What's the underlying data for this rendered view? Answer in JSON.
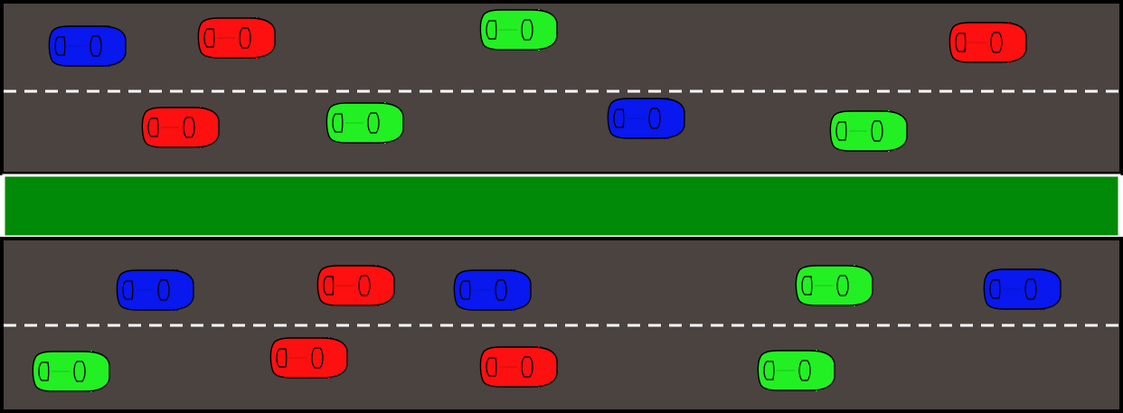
{
  "colors": {
    "road": "#4a4340",
    "median": "#008a08",
    "lane_line": "#ffffff",
    "frame": "#000000",
    "car_red": "#ff1010",
    "car_green": "#22f022",
    "car_blue": "#0818ee",
    "car_outline": "#000000"
  },
  "road": {
    "carriageways": 2,
    "lanes_per_carriageway": 2,
    "lane_divider_style": "dashed-white",
    "median": "green"
  },
  "cars": [
    {
      "color": "blue",
      "carriageway": "top",
      "lane": 1
    },
    {
      "color": "red",
      "carriageway": "top",
      "lane": 1
    },
    {
      "color": "green",
      "carriageway": "top",
      "lane": 1
    },
    {
      "color": "red",
      "carriageway": "top",
      "lane": 1
    },
    {
      "color": "red",
      "carriageway": "top",
      "lane": 2
    },
    {
      "color": "green",
      "carriageway": "top",
      "lane": 2
    },
    {
      "color": "blue",
      "carriageway": "top",
      "lane": 2
    },
    {
      "color": "green",
      "carriageway": "top",
      "lane": 2
    },
    {
      "color": "blue",
      "carriageway": "bottom",
      "lane": 1
    },
    {
      "color": "red",
      "carriageway": "bottom",
      "lane": 1
    },
    {
      "color": "blue",
      "carriageway": "bottom",
      "lane": 1
    },
    {
      "color": "green",
      "carriageway": "bottom",
      "lane": 1
    },
    {
      "color": "blue",
      "carriageway": "bottom",
      "lane": 1
    },
    {
      "color": "green",
      "carriageway": "bottom",
      "lane": 2
    },
    {
      "color": "red",
      "carriageway": "bottom",
      "lane": 2
    },
    {
      "color": "red",
      "carriageway": "bottom",
      "lane": 2
    },
    {
      "color": "green",
      "carriageway": "bottom",
      "lane": 2
    }
  ]
}
